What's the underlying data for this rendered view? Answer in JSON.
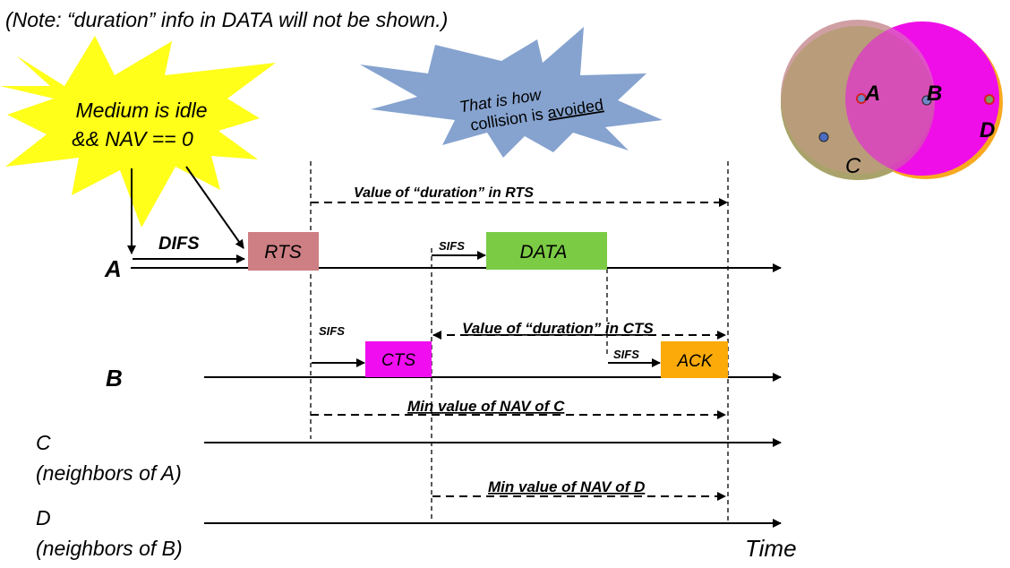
{
  "note": "(Note: “duration” info in DATA will not be shown.)",
  "starburst_idle": {
    "line1": "Medium is idle",
    "line2": "&& NAV == 0"
  },
  "starburst_collision": {
    "line1": "That is how",
    "line2_prefix": "collision is ",
    "line2_emph": "avoided"
  },
  "stations": {
    "A": "A",
    "B": "B",
    "C_name": "C",
    "C_desc": "(neighbors of A)",
    "D_name": "D",
    "D_desc": "(neighbors of B)"
  },
  "frames": {
    "rts": "RTS",
    "data": "DATA",
    "cts": "CTS",
    "ack": "ACK"
  },
  "intervals": {
    "difs": "DIFS",
    "sifs": "SIFS"
  },
  "spans": {
    "rts_duration": "Value of “duration” in RTS",
    "cts_duration": "Value of “duration” in CTS",
    "nav_c": "Min value of NAV of C",
    "nav_d": "Min value of NAV of D"
  },
  "time_label": "Time",
  "topology": {
    "A": "A",
    "B": "B",
    "C": "C",
    "D": "D"
  },
  "colors": {
    "rts": "#cd7f83",
    "data": "#7ccb45",
    "cts": "#f00ef0",
    "ack": "#fbaa0a",
    "starburst_idle": "#ffff1a",
    "starburst_collision": "#86a3cf",
    "range_a": "#6cc23c",
    "range_b": "#ef0fe8",
    "range_overlap": "#b59c73",
    "range_d": "#f8a920"
  }
}
